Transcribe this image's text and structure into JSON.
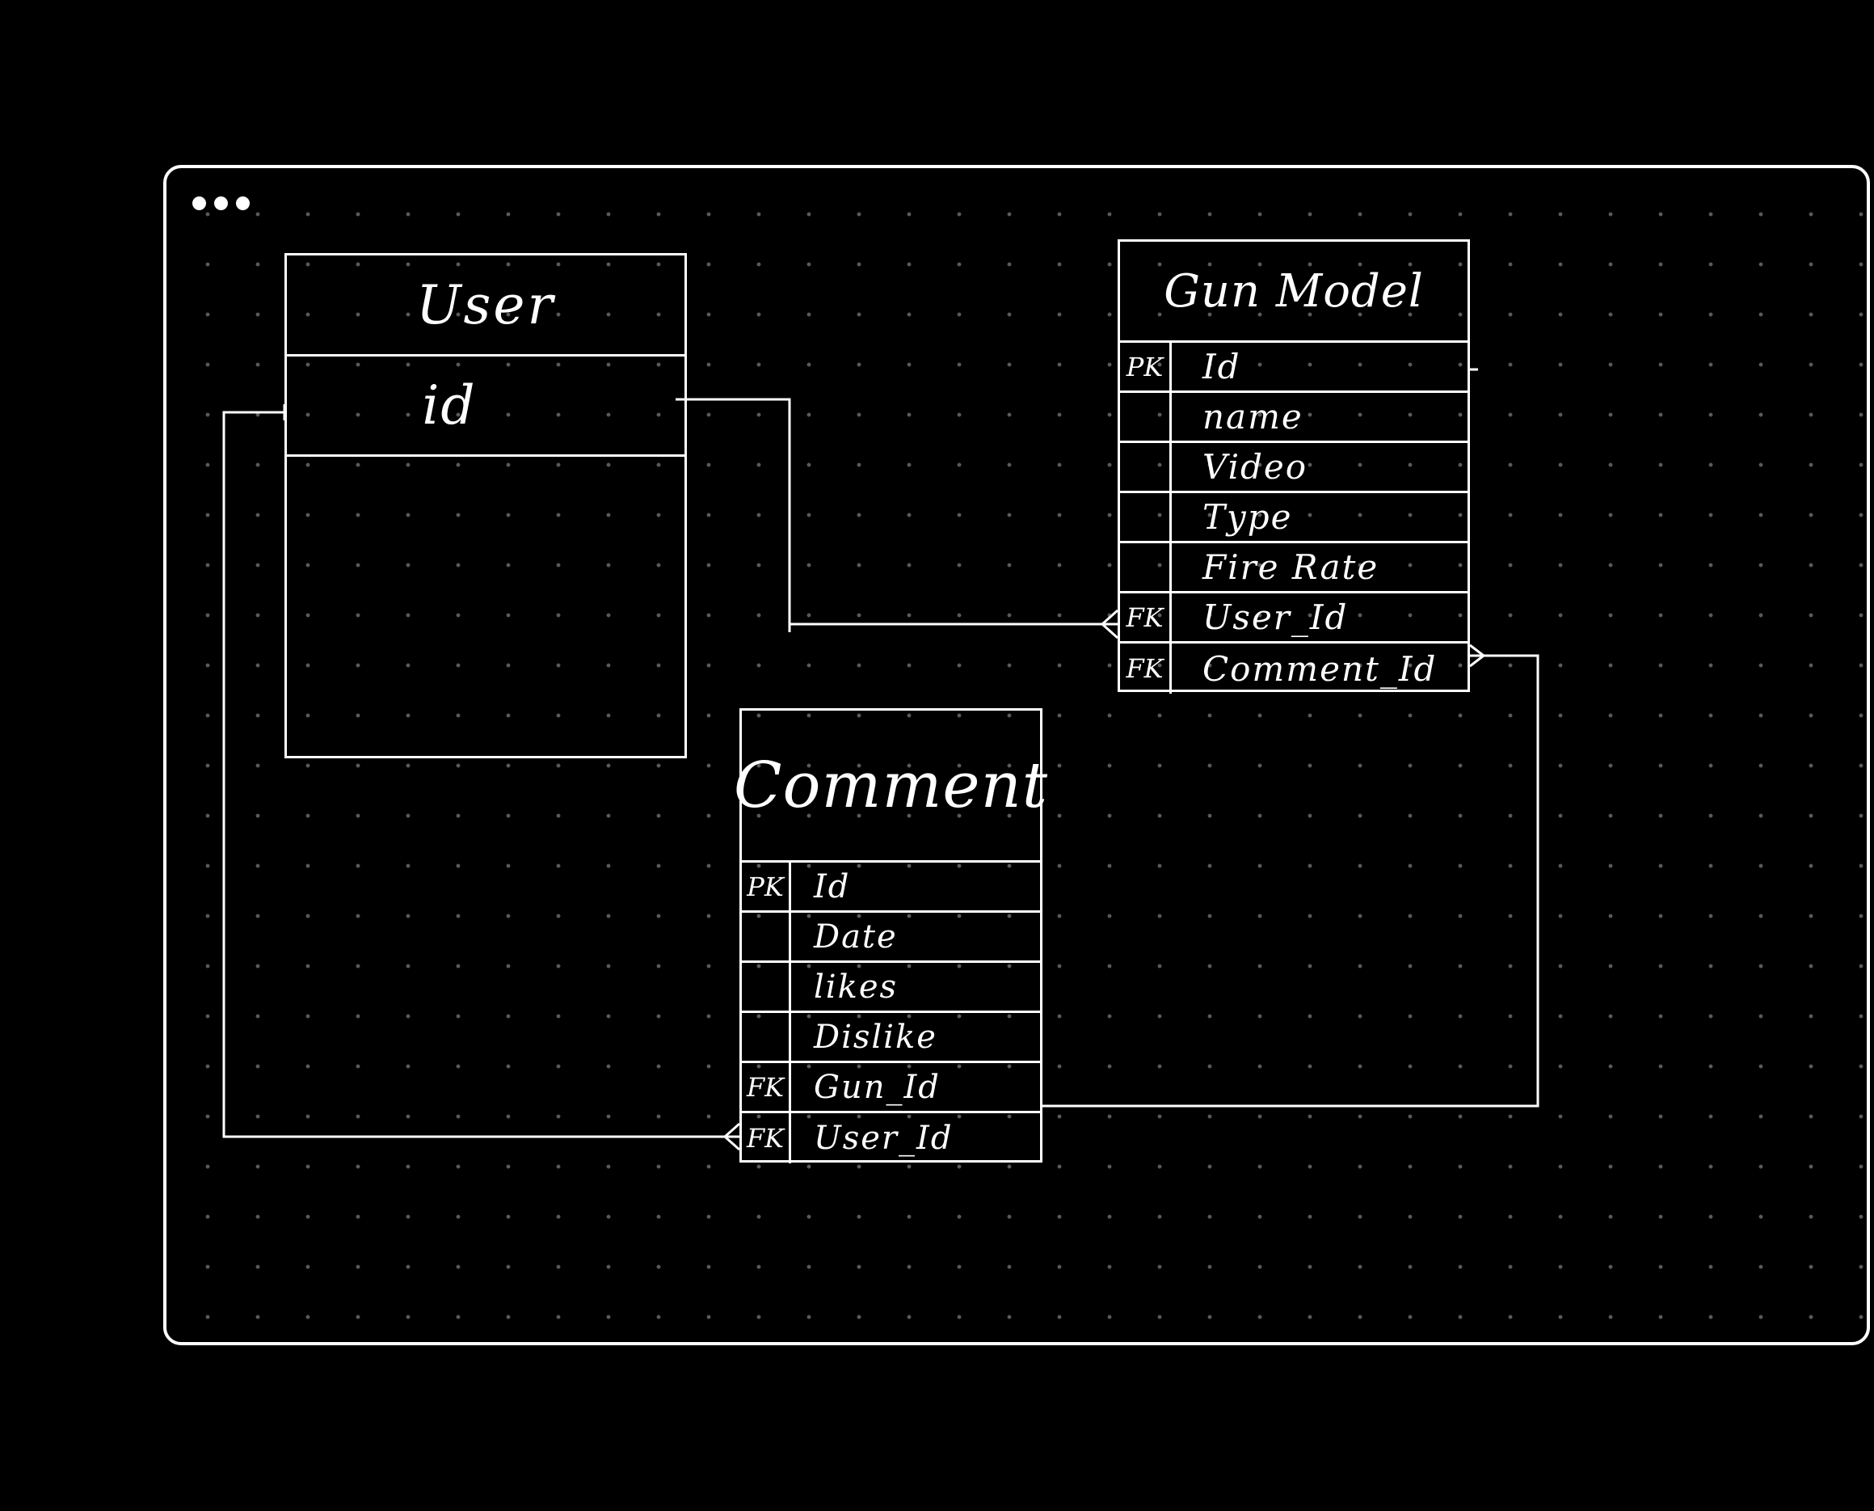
{
  "window": {
    "controls": [
      "dot-1",
      "dot-2",
      "dot-3"
    ]
  },
  "tables": {
    "user": {
      "title": "User",
      "rows": [
        {
          "key": "",
          "field": "id"
        },
        {
          "key": "",
          "field": ""
        }
      ]
    },
    "gun_model": {
      "title": "Gun Model",
      "rows": [
        {
          "key": "PK",
          "field": "Id"
        },
        {
          "key": "",
          "field": "name"
        },
        {
          "key": "",
          "field": "Video"
        },
        {
          "key": "",
          "field": "Type"
        },
        {
          "key": "",
          "field": "Fire Rate"
        },
        {
          "key": "FK",
          "field": "User_Id"
        },
        {
          "key": "FK",
          "field": "Comment_Id"
        }
      ]
    },
    "comment": {
      "title": "Comment",
      "rows": [
        {
          "key": "PK",
          "field": "Id"
        },
        {
          "key": "",
          "field": "Date"
        },
        {
          "key": "",
          "field": "likes"
        },
        {
          "key": "",
          "field": "Dislike"
        },
        {
          "key": "FK",
          "field": "Gun_Id"
        },
        {
          "key": "FK",
          "field": "User_Id"
        }
      ]
    }
  },
  "relationships": [
    {
      "from": "User.id",
      "to": "Gun Model.User_Id",
      "end": "crow-foot"
    },
    {
      "from": "User.id",
      "to": "Comment.User_Id",
      "end": "crow-foot"
    },
    {
      "from": "Comment.Gun_Id",
      "to": "Gun Model.Comment_Id",
      "end": "crow-foot"
    }
  ],
  "colors": {
    "background": "#000000",
    "stroke": "#ffffff",
    "grid_dot": "#5a5a5a"
  }
}
